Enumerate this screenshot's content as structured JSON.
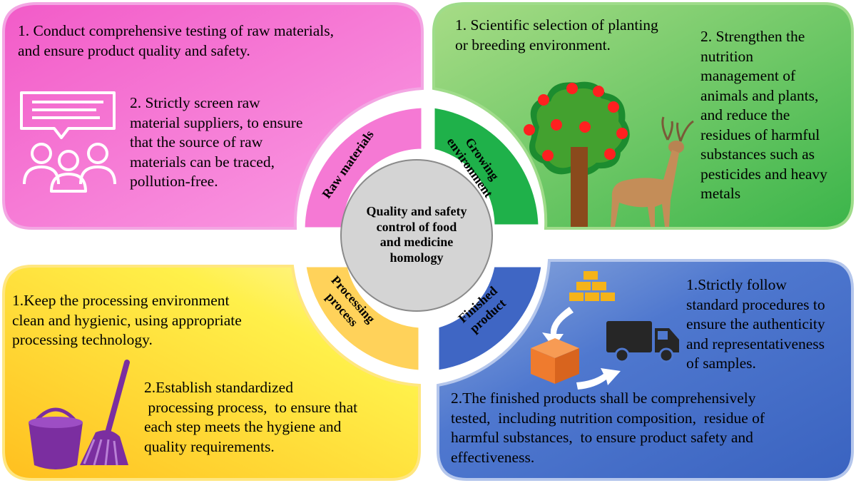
{
  "center": {
    "title": "Quality and safety\ncontrol of food\nand medicine\nhomology"
  },
  "raw_materials": {
    "label": "Raw materials",
    "point1": [
      "1. Conduct comprehensive testing of raw materials,",
      "and ensure product quality and safety."
    ],
    "point2": [
      "2. Strictly screen raw",
      "material suppliers, to ensure",
      "that the source of raw",
      "materials can be traced,",
      "pollution-free."
    ],
    "icon": "discussion-group-icon",
    "color": "#f77fd8"
  },
  "growing_environment": {
    "label": "Growing\nenvironment",
    "point1": [
      "1. Scientific selection of planting",
      "or breeding environment."
    ],
    "point2": [
      "2. Strengthen the",
      "nutrition",
      "management of",
      "animals and plants,",
      "and reduce the",
      "residues of harmful",
      "substances such as",
      "pesticides and heavy",
      "metals"
    ],
    "icons": [
      "apple-tree-icon",
      "deer-icon"
    ],
    "color": "#5cc45c"
  },
  "processing_process": {
    "label": "Processing\nprocess",
    "point1": [
      "1.Keep the processing environment",
      "clean and hygienic, using appropriate",
      "processing technology."
    ],
    "point2": [
      "2.Establish standardized",
      " processing process,  to ensure that",
      "each step meets the hygiene and",
      "quality requirements."
    ],
    "icons": [
      "bucket-icon",
      "mop-icon"
    ],
    "color": "#ffe34a"
  },
  "finished_product": {
    "label": "Finished\nproduct",
    "point1": [
      "1.Strictly follow",
      "standard procedures to",
      "ensure the authenticity",
      "and representativeness",
      "of samples."
    ],
    "point2": [
      "2.The finished products shall be comprehensively",
      "tested,  including nutrition composition,  residue of",
      "harmful substances,  to ensure product safety and",
      "effectiveness."
    ],
    "icons": [
      "stacked-boxes-icon",
      "package-box-icon",
      "delivery-truck-icon"
    ],
    "color": "#4d74cc"
  }
}
